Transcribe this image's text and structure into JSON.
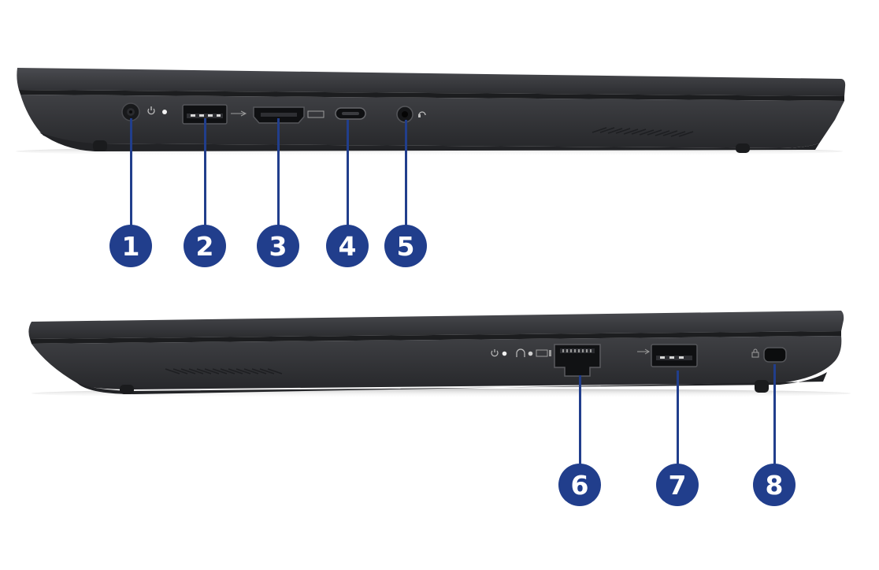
{
  "colors": {
    "badge": "#213e8c",
    "chassis_dark": "#2c2d30",
    "chassis_mid": "#3b3c40",
    "port_hole": "#111214"
  },
  "top_view": {
    "ports": [
      {
        "number": "1",
        "icon": "dc-power-jack-icon",
        "label_mark": ""
      },
      {
        "number": "2",
        "icon": "usb-a-port-icon",
        "label_mark": ""
      },
      {
        "number": "3",
        "icon": "hdmi-port-icon",
        "label_mark": ""
      },
      {
        "number": "4",
        "icon": "usb-c-port-icon",
        "label_mark": ""
      },
      {
        "number": "5",
        "icon": "audio-jack-icon",
        "label_mark": ""
      }
    ]
  },
  "bottom_view": {
    "ports": [
      {
        "number": "6",
        "icon": "ethernet-port-icon"
      },
      {
        "number": "7",
        "icon": "usb-a-port-icon"
      },
      {
        "number": "8",
        "icon": "security-lock-slot-icon"
      }
    ]
  }
}
